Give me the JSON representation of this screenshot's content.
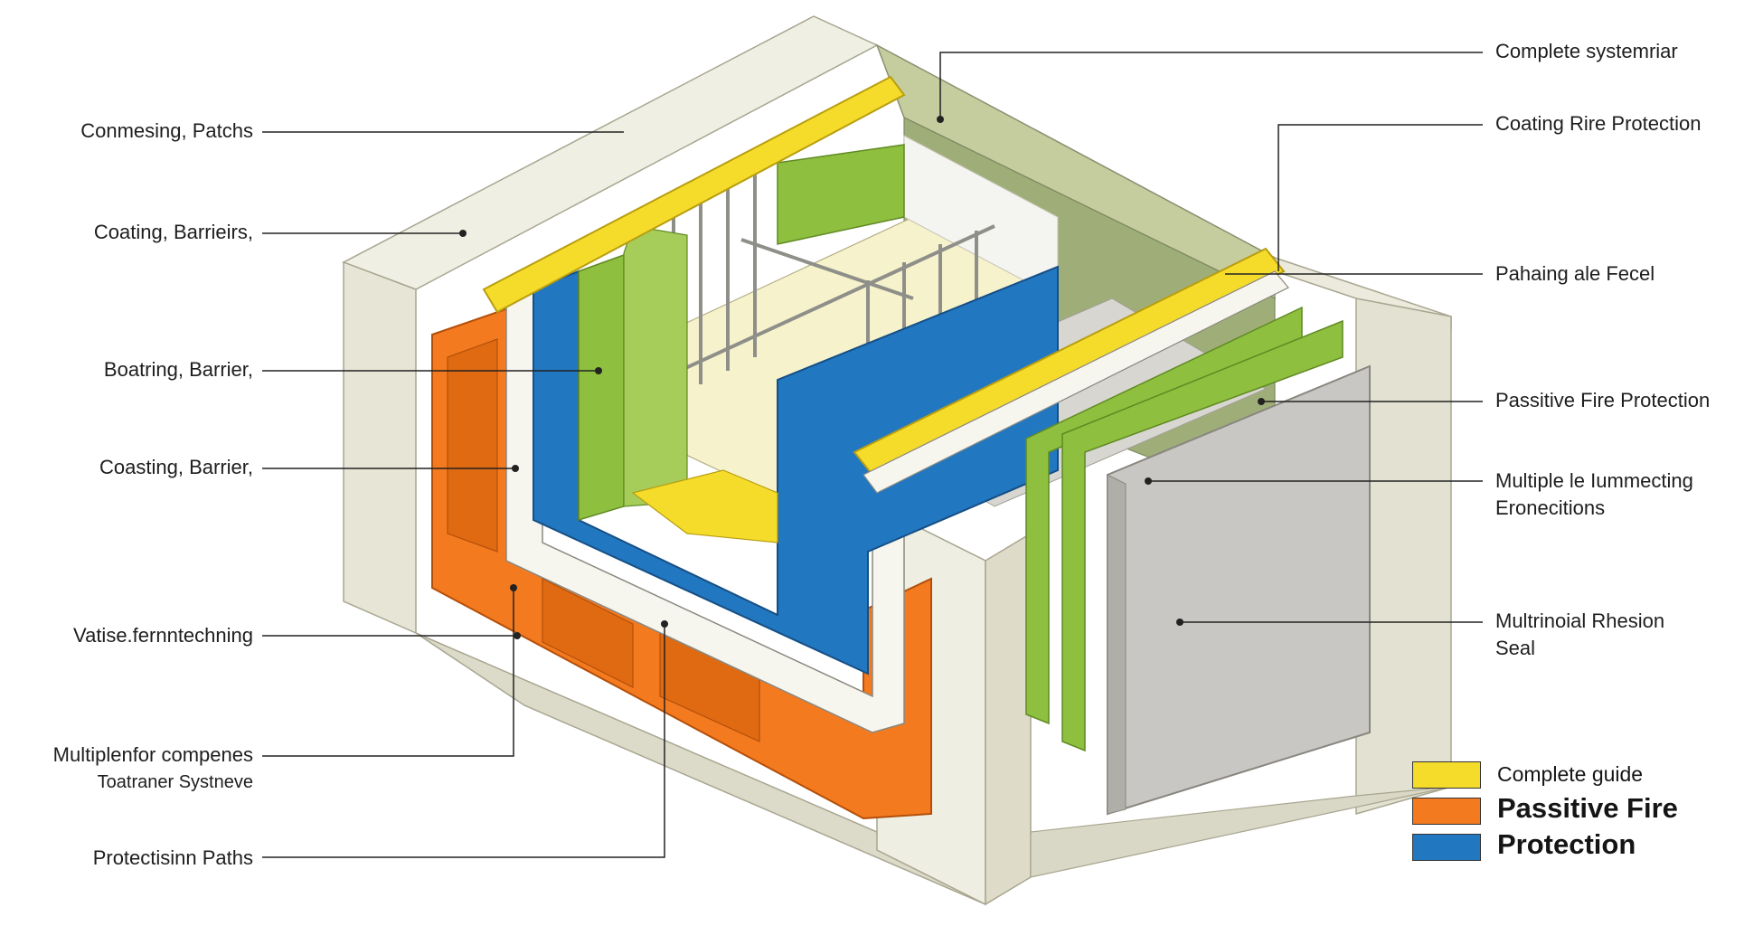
{
  "left_labels": [
    {
      "id": "l1",
      "text": "Conmesing, Patchs"
    },
    {
      "id": "l2",
      "text": "Coating, Barrieirs,"
    },
    {
      "id": "l3",
      "text": "Boatring, Barrier,"
    },
    {
      "id": "l4",
      "text": "Coasting, Barrier,"
    },
    {
      "id": "l5",
      "text": "Vatise.fernntechning"
    },
    {
      "id": "l6",
      "text": "Multiplenfor compenes",
      "line2": "Toatraner Systneve"
    },
    {
      "id": "l7",
      "text": "Protectisinn Paths"
    }
  ],
  "right_labels": [
    {
      "id": "r1",
      "text": "Complete systemriar"
    },
    {
      "id": "r2",
      "text": "Coating Rire Protection"
    },
    {
      "id": "r3",
      "text": "Pahaing ale Fecel"
    },
    {
      "id": "r4",
      "text": "Passitive Fire Protection"
    },
    {
      "id": "r5",
      "text": "Multiple le Iummecting",
      "line2": "Eronecitions"
    },
    {
      "id": "r6",
      "text": "Multrinoial Rhesion",
      "line2": "Seal"
    }
  ],
  "legend": [
    {
      "color": "#f6dc2a",
      "text": "Complete guide"
    },
    {
      "color": "#f47a1f",
      "text": "Passitive Fire"
    },
    {
      "color": "#2277c1",
      "text": "Protection"
    }
  ],
  "colors": {
    "yellow": "#f6dc2a",
    "orange": "#f47a1f",
    "blue": "#2277c1",
    "green": "#8fbf3f",
    "concrete": "#ecebdd",
    "gray_panel": "#c9c7c3"
  }
}
